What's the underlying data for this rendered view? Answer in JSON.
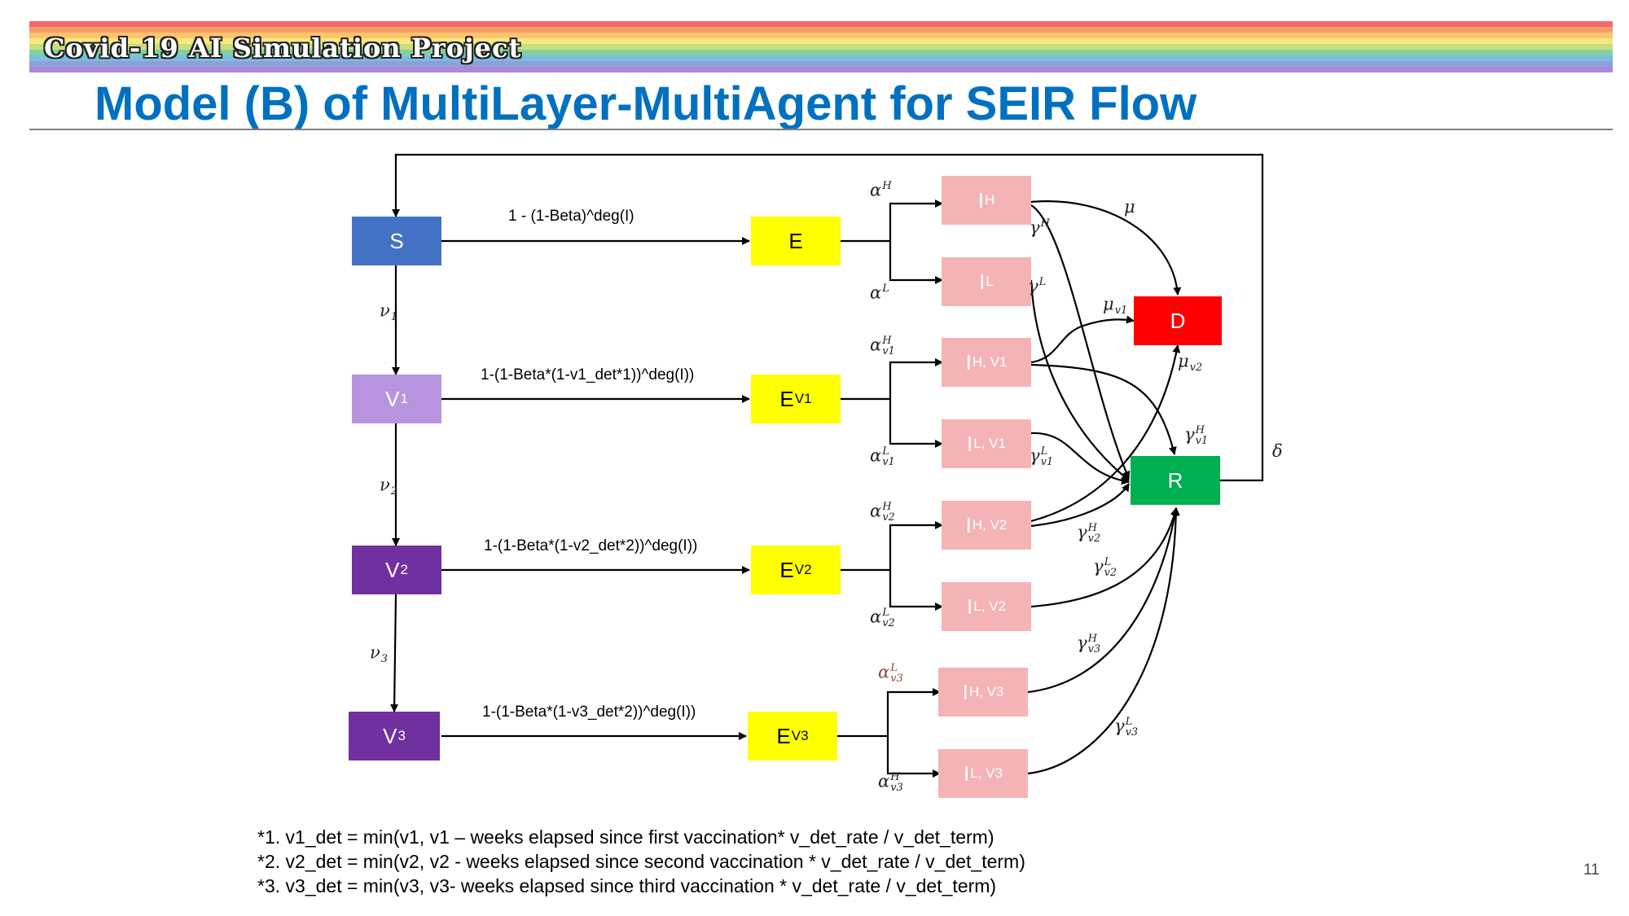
{
  "header": {
    "project_title": "Covid-19 AI Simulation Project",
    "slide_title": "Model (B) of MultiLayer-MultiAgent for SEIR Flow",
    "stripe_colors": [
      "#f4696b",
      "#f79a6a",
      "#fbc56c",
      "#f7e77e",
      "#c7e07c",
      "#86cfa0",
      "#78bfe0",
      "#8f9fdc",
      "#a98ad8"
    ]
  },
  "colors": {
    "susceptible": "#4472c4",
    "v1": "#b894df",
    "v2_v3": "#7030a0",
    "exposed": "#ffff00",
    "infected": "#f4b4b6",
    "dead": "#ff0000",
    "recovered": "#00b050",
    "title": "#0070c0"
  },
  "nodes": {
    "S": "S",
    "V1": {
      "base": "V",
      "sub": "1"
    },
    "V2": {
      "base": "V",
      "sub": "2"
    },
    "V3": {
      "base": "V",
      "sub": "3"
    },
    "E": "E",
    "EV1": {
      "base": "E",
      "sub": "V1"
    },
    "EV2": {
      "base": "E",
      "sub": "V2"
    },
    "EV3": {
      "base": "E",
      "sub": "V3"
    },
    "IH": {
      "base": "I",
      "sub": "H"
    },
    "IL": {
      "base": "I",
      "sub": "L"
    },
    "IHV1": {
      "base": "I",
      "sub": "H, V1"
    },
    "ILV1": {
      "base": "I",
      "sub": "L, V1"
    },
    "IHV2": {
      "base": "I",
      "sub": "H, V2"
    },
    "ILV2": {
      "base": "I",
      "sub": "L, V2"
    },
    "IHV3": {
      "base": "I",
      "sub": "H, V3"
    },
    "ILV3": {
      "base": "I",
      "sub": "L, V3"
    },
    "D": "D",
    "R": "R"
  },
  "rates": {
    "s_to_e": "1 - (1-Beta)^deg(I)",
    "v1_to_ev1": "1-(1-Beta*(1-v1_det*1))^deg(I))",
    "v2_to_ev2": "1-(1-Beta*(1-v2_det*2))^deg(I))",
    "v3_to_ev3": "1-(1-Beta*(1-v3_det*2))^deg(I))"
  },
  "params": {
    "nu1": {
      "base": "ν",
      "sub": "1"
    },
    "nu2": {
      "base": "ν",
      "sub": "2"
    },
    "nu3": {
      "base": "ν",
      "sub": "3"
    },
    "alphaH": {
      "base": "α",
      "sup": "H"
    },
    "alphaL": {
      "base": "α",
      "sup": "L"
    },
    "alphaHv1": {
      "base": "α",
      "sup": "H",
      "sub": "v1"
    },
    "alphaLv1": {
      "base": "α",
      "sup": "L",
      "sub": "v1"
    },
    "alphaHv2": {
      "base": "α",
      "sup": "H",
      "sub": "v2"
    },
    "alphaLv2": {
      "base": "α",
      "sup": "L",
      "sub": "v2"
    },
    "alphaLv3": {
      "base": "α",
      "sup": "L",
      "sub": "v3"
    },
    "alphaHv3": {
      "base": "α",
      "sup": "H",
      "sub": "v3"
    },
    "gammaH": {
      "base": "γ",
      "sup": "H"
    },
    "gammaL": {
      "base": "γ",
      "sup": "L"
    },
    "gammaHv1": {
      "base": "γ",
      "sup": "H",
      "sub": "v1"
    },
    "gammaLv1": {
      "base": "γ",
      "sup": "L",
      "sub": "v1"
    },
    "gammaHv2": {
      "base": "γ",
      "sup": "H",
      "sub": "v2"
    },
    "gammaLv2": {
      "base": "γ",
      "sup": "L",
      "sub": "v2"
    },
    "gammaHv3": {
      "base": "γ",
      "sup": "H",
      "sub": "v3"
    },
    "gammaLv3": {
      "base": "γ",
      "sup": "L",
      "sub": "v3"
    },
    "mu": {
      "base": "μ"
    },
    "muv1": {
      "base": "μ",
      "sub": "v1"
    },
    "muv2": {
      "base": "μ",
      "sub": "v2"
    },
    "delta": {
      "base": "δ"
    }
  },
  "footnotes": [
    "*1. v1_det = min(v1, v1 – weeks elapsed since first vaccination* v_det_rate / v_det_term)",
    "*2. v2_det = min(v2, v2 - weeks elapsed since second vaccination * v_det_rate / v_det_term)",
    "*3. v3_det = min(v3, v3- weeks elapsed since third vaccination * v_det_rate / v_det_term)"
  ],
  "page_number": "11"
}
